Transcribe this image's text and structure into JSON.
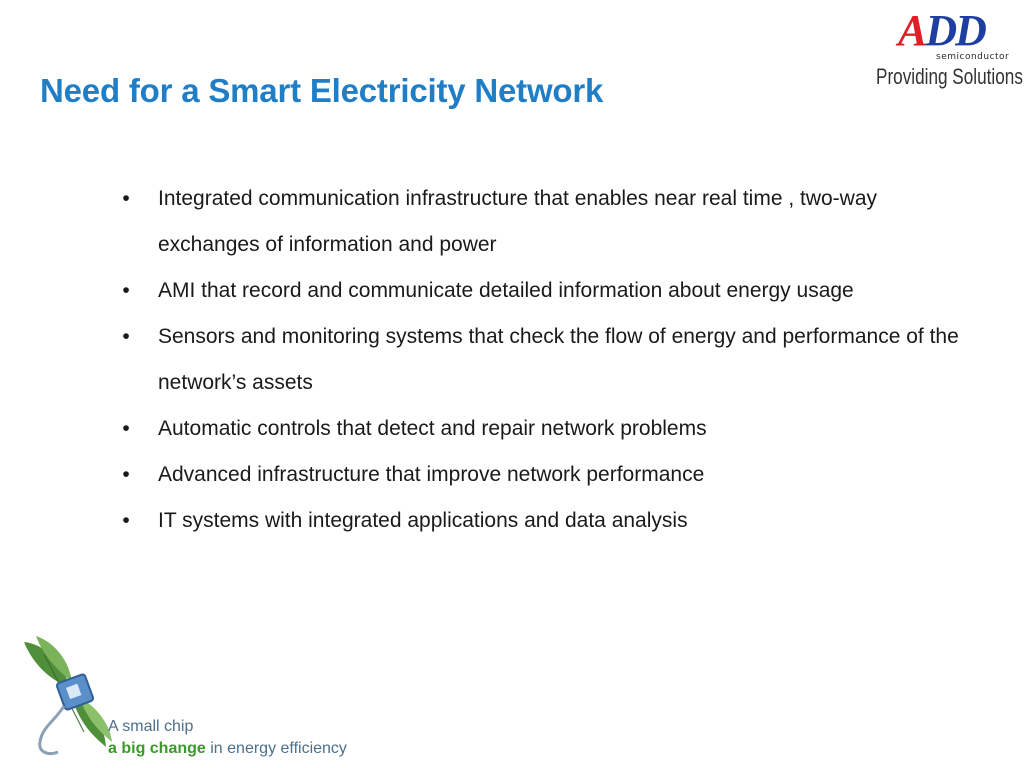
{
  "slide": {
    "title": "Need for a Smart Electricity Network",
    "logo": {
      "brand_first": "A",
      "brand_rest": "DD",
      "subtext": "semiconductor",
      "tagline": "Providing Solutions",
      "colors": {
        "a": "#e01e26",
        "dd": "#1e3fa0"
      }
    },
    "bullet_symbol": "•",
    "bullets": [
      "Integrated communication infrastructure that enables near real time , two-way exchanges of information and power",
      "AMI that record and communicate detailed information about energy usage",
      "Sensors and monitoring systems that check the flow of energy and performance of the network’s assets",
      "Automatic controls that detect and repair network problems",
      "Advanced infrastructure that improve network performance",
      "IT systems with integrated applications and data analysis"
    ],
    "footer": {
      "line1": "A small chip",
      "line2_highlight": "a big change",
      "line2_rest": " in energy efficiency",
      "icon": "leaf-chip-icon"
    },
    "colors": {
      "title": "#1f7ec6",
      "footer_highlight": "#3a9a2a",
      "footer_text": "#4d6f8a"
    }
  }
}
